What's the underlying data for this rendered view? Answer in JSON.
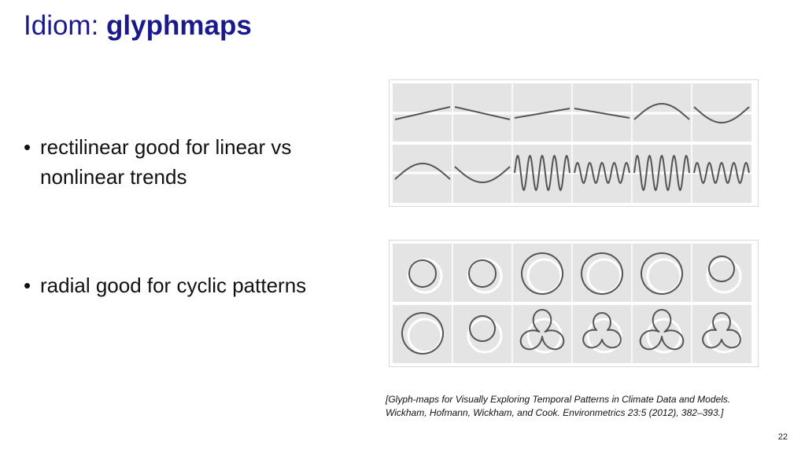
{
  "title": {
    "prefix": "Idiom: ",
    "bold": "glyphmaps"
  },
  "bullets": [
    {
      "symbol": "•",
      "text": "rectilinear good for linear vs nonlinear trends"
    },
    {
      "symbol": "•",
      "text": "radial good for cyclic patterns"
    }
  ],
  "figures": {
    "rectilinear": {
      "rows": 2,
      "cols": 6,
      "glyphs": [
        "line-up",
        "line-down",
        "line-up-shallow",
        "line-down-shallow",
        "hump",
        "dip",
        "hump",
        "dip",
        "wave-high-freq",
        "wave-high-freq-small",
        "wave-high-freq",
        "wave-high-freq-small"
      ]
    },
    "radial": {
      "rows": 2,
      "cols": 6,
      "glyphs": [
        "circle-small",
        "circle-small",
        "circle-large",
        "circle-large",
        "circle-large",
        "circle-offset",
        "circle-large",
        "circle-offset",
        "trefoil",
        "trefoil-small",
        "trefoil",
        "trefoil-small"
      ]
    }
  },
  "citation": "[Glyph-maps for Visually Exploring Temporal Patterns in Climate Data and Models. Wickham, Hofmann, Wickham, and Cook. Environmetrics 23:5 (2012), 382–393.]",
  "page_number": "22",
  "colors": {
    "title": "#1a1a8c",
    "cell_bg": "#e4e4e4",
    "glyph": "#555555",
    "reference": "#ffffff"
  }
}
